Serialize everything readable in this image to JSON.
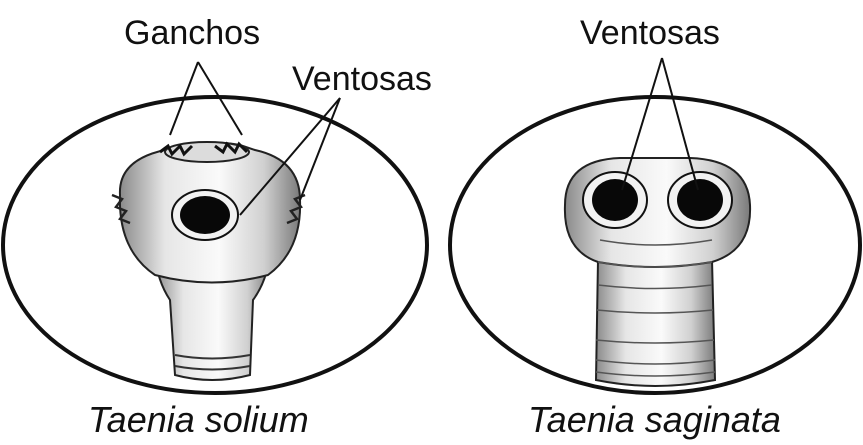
{
  "left_panel": {
    "species": "Taenia solium",
    "label_hooks": "Ganchos",
    "label_suckers": "Ventosas"
  },
  "right_panel": {
    "species": "Taenia saginata",
    "label_suckers": "Ventosas"
  }
}
